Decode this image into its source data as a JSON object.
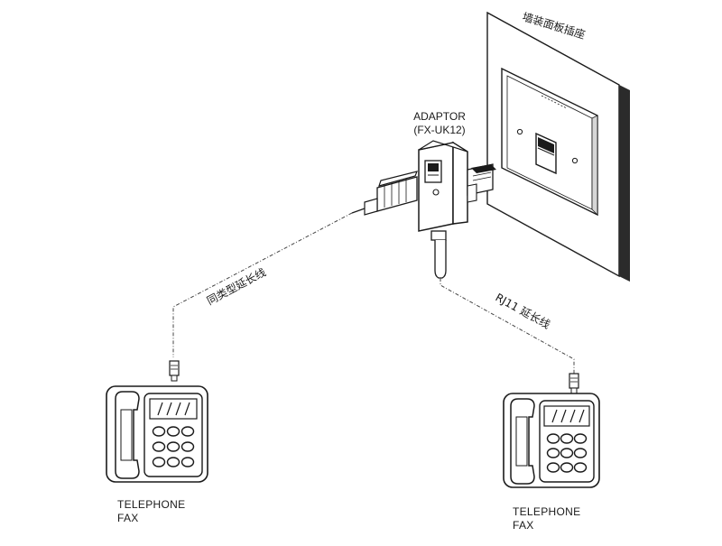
{
  "labels": {
    "wall_plate": "墙装面板插座",
    "adaptor_name": "ADAPTOR",
    "adaptor_model": "(FX-UK12)",
    "extension_left": "同类型延长线",
    "extension_right": "RJ11 延长线",
    "phone_left_line1": "TELEPHONE",
    "phone_left_line2": "FAX",
    "phone_right_line1": "TELEPHONE",
    "phone_right_line2": "FAX"
  },
  "colors": {
    "stroke": "#1a1a1a",
    "wall_shadow": "#2b2b2b",
    "background": "#ffffff"
  },
  "icons": {
    "wall_socket": "wall-socket-icon",
    "adaptor": "adaptor-icon",
    "plug": "rj11-plug-icon",
    "telephone": "telephone-icon"
  }
}
